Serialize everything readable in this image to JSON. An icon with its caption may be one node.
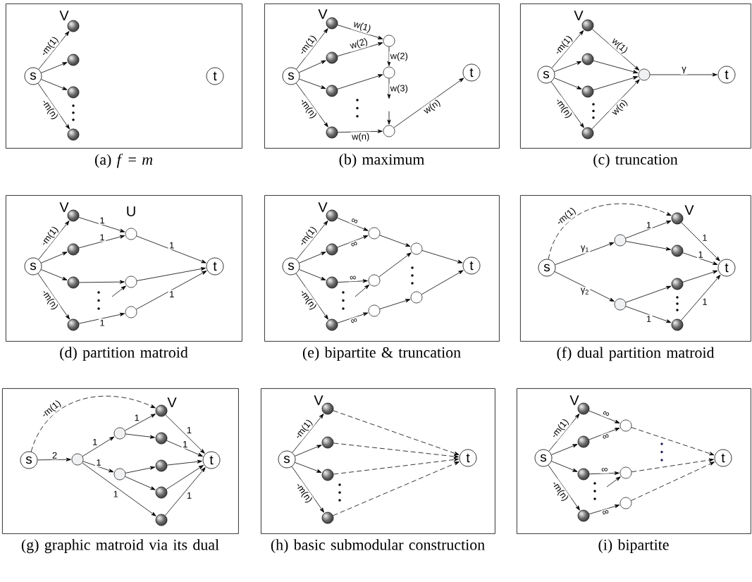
{
  "diagram": {
    "nodes": [
      {
        "text": [],
        "shape": "box",
        "beside": [
          "(a) *f* = *m*"
        ]
      },
      {
        "text": [
          "s"
        ],
        "in": 0
      },
      {
        "text": [],
        "shape": "circle",
        "in": 0,
        "beside": [
          "V"
        ]
      },
      {
        "text": [],
        "shape": "circle",
        "in": 0
      },
      {
        "text": [],
        "shape": "circle",
        "in": 0
      },
      {
        "text": [],
        "shape": "circle",
        "in": 0
      },
      {
        "text": [
          "t"
        ],
        "in": 0
      },
      {
        "text": [],
        "shape": "box",
        "beside": [
          "(b) maximum"
        ]
      },
      {
        "text": [
          "s"
        ],
        "in": 7
      },
      {
        "text": [],
        "shape": "circle",
        "in": 7,
        "beside": [
          "V"
        ]
      },
      {
        "text": [],
        "shape": "circle",
        "in": 7
      },
      {
        "text": [],
        "shape": "circle",
        "in": 7
      },
      {
        "text": [],
        "shape": "circle",
        "in": 7
      },
      {
        "text": [],
        "shape": "circle",
        "in": 7
      },
      {
        "text": [],
        "shape": "circle",
        "in": 7
      },
      {
        "text": [],
        "shape": "circle",
        "in": 7
      },
      {
        "text": [
          "t"
        ],
        "in": 7
      },
      {
        "text": [],
        "shape": "box",
        "beside": [
          "(c) truncation"
        ]
      },
      {
        "text": [
          "s"
        ],
        "in": 17
      },
      {
        "text": [],
        "shape": "circle",
        "in": 17,
        "beside": [
          "V"
        ]
      },
      {
        "text": [],
        "shape": "circle",
        "in": 17
      },
      {
        "text": [],
        "shape": "circle",
        "in": 17
      },
      {
        "text": [],
        "shape": "circle",
        "in": 17
      },
      {
        "text": [],
        "shape": "circle",
        "in": 17
      },
      {
        "text": [
          "t"
        ],
        "in": 17
      },
      {
        "text": [],
        "shape": "box",
        "beside": [
          "(d) partition matroid"
        ]
      },
      {
        "text": [
          "s"
        ],
        "in": 25
      },
      {
        "text": [],
        "shape": "circle",
        "in": 25,
        "beside": [
          "V"
        ]
      },
      {
        "text": [],
        "shape": "circle",
        "in": 25
      },
      {
        "text": [],
        "shape": "circle",
        "in": 25
      },
      {
        "text": [],
        "shape": "circle",
        "in": 25
      },
      {
        "text": [],
        "shape": "circle",
        "in": 25,
        "beside": [
          "U"
        ]
      },
      {
        "text": [],
        "shape": "circle",
        "in": 25
      },
      {
        "text": [],
        "shape": "circle",
        "in": 25
      },
      {
        "text": [
          "t"
        ],
        "in": 25
      },
      {
        "text": [],
        "shape": "box",
        "beside": [
          "(e) bipartite & truncation"
        ]
      },
      {
        "text": [
          "s"
        ],
        "in": 35
      },
      {
        "text": [],
        "shape": "circle",
        "in": 35,
        "beside": [
          "V"
        ]
      },
      {
        "text": [],
        "shape": "circle",
        "in": 35
      },
      {
        "text": [],
        "shape": "circle",
        "in": 35
      },
      {
        "text": [],
        "shape": "circle",
        "in": 35
      },
      {
        "text": [],
        "shape": "circle",
        "in": 35
      },
      {
        "text": [],
        "shape": "circle",
        "in": 35
      },
      {
        "text": [],
        "shape": "circle",
        "in": 35
      },
      {
        "text": [],
        "shape": "circle",
        "in": 35
      },
      {
        "text": [],
        "shape": "circle",
        "in": 35
      },
      {
        "text": [
          "t"
        ],
        "in": 35
      },
      {
        "text": [],
        "shape": "box",
        "beside": [
          "(f) dual partition matroid"
        ]
      },
      {
        "text": [
          "s"
        ],
        "in": 47
      },
      {
        "text": [],
        "shape": "circle",
        "in": 47
      },
      {
        "text": [],
        "shape": "circle",
        "in": 47
      },
      {
        "text": [],
        "shape": "circle",
        "in": 47,
        "beside": [
          "V"
        ]
      },
      {
        "text": [],
        "shape": "circle",
        "in": 47
      },
      {
        "text": [],
        "shape": "circle",
        "in": 47
      },
      {
        "text": [],
        "shape": "circle",
        "in": 47
      },
      {
        "text": [
          "t"
        ],
        "in": 47
      },
      {
        "text": [],
        "shape": "box",
        "beside": [
          "(g) graphic matroid via its dual"
        ]
      },
      {
        "text": [
          "s"
        ],
        "in": 56
      },
      {
        "text": [],
        "shape": "circle",
        "in": 56
      },
      {
        "text": [],
        "shape": "circle",
        "in": 56
      },
      {
        "text": [],
        "shape": "circle",
        "in": 56
      },
      {
        "text": [],
        "shape": "circle",
        "in": 56,
        "beside": [
          "V"
        ]
      },
      {
        "text": [],
        "shape": "circle",
        "in": 56
      },
      {
        "text": [],
        "shape": "circle",
        "in": 56
      },
      {
        "text": [],
        "shape": "circle",
        "in": 56
      },
      {
        "text": [],
        "shape": "circle",
        "in": 56
      },
      {
        "text": [
          "t"
        ],
        "in": 56
      },
      {
        "text": [],
        "shape": "box",
        "beside": [
          "(h) basic submodular construction"
        ]
      },
      {
        "text": [
          "s"
        ],
        "in": 67
      },
      {
        "text": [],
        "shape": "circle",
        "in": 67,
        "beside": [
          "V"
        ]
      },
      {
        "text": [],
        "shape": "circle",
        "in": 67
      },
      {
        "text": [],
        "shape": "circle",
        "in": 67
      },
      {
        "text": [],
        "shape": "circle",
        "in": 67
      },
      {
        "text": [
          "t"
        ],
        "in": 67
      },
      {
        "text": [],
        "shape": "box",
        "beside": [
          "(i) bipartite"
        ]
      },
      {
        "text": [
          "s"
        ],
        "in": 74
      },
      {
        "text": [],
        "shape": "circle",
        "in": 74,
        "beside": [
          "V"
        ]
      },
      {
        "text": [],
        "shape": "circle",
        "in": 74
      },
      {
        "text": [],
        "shape": "circle",
        "in": 74
      },
      {
        "text": [],
        "shape": "circle",
        "in": 74
      },
      {
        "text": [],
        "shape": "circle",
        "in": 74
      },
      {
        "text": [],
        "shape": "circle",
        "in": 74
      },
      {
        "text": [],
        "shape": "circle",
        "in": 74
      },
      {
        "text": [
          "t"
        ],
        "in": 74
      }
    ],
    "edges": [
      {
        "from": 1,
        "to": 2,
        "arrow": "to",
        "label": "-m(1)"
      },
      {
        "from": 1,
        "to": 3,
        "arrow": "to"
      },
      {
        "from": 1,
        "to": 4,
        "arrow": "to"
      },
      {
        "from": 1,
        "to": 5,
        "arrow": "to",
        "label": "-m(n)"
      },
      {
        "from": 8,
        "to": 9,
        "arrow": "to",
        "label": "-m(1)"
      },
      {
        "from": 8,
        "to": 10,
        "arrow": "to"
      },
      {
        "from": 8,
        "to": 11,
        "arrow": "to"
      },
      {
        "from": 8,
        "to": 12,
        "arrow": "to",
        "label": "-m(n)"
      },
      {
        "from": 9,
        "to": 13,
        "arrow": "to",
        "label": "w(1)"
      },
      {
        "from": 10,
        "to": 13,
        "arrow": "to",
        "label": "w(2)"
      },
      {
        "from": 11,
        "to": 14,
        "arrow": "to"
      },
      {
        "from": 12,
        "to": 15,
        "arrow": "to",
        "label": "w(n)"
      },
      {
        "from": 13,
        "to": 14,
        "arrow": "to",
        "label": "w(2)"
      },
      {
        "from": 14,
        "to": null,
        "arrow": "to",
        "label": "w(3)"
      },
      {
        "from": null,
        "to": 15,
        "arrow": "to"
      },
      {
        "from": 15,
        "to": 16,
        "arrow": "to",
        "label": "w(n)"
      },
      {
        "from": 18,
        "to": 19,
        "arrow": "to",
        "label": "-m(1)"
      },
      {
        "from": 18,
        "to": 20,
        "arrow": "to"
      },
      {
        "from": 18,
        "to": 21,
        "arrow": "to"
      },
      {
        "from": 18,
        "to": 22,
        "arrow": "to",
        "label": "-m(n)"
      },
      {
        "from": 19,
        "to": 23,
        "arrow": "to",
        "label": "w(1)"
      },
      {
        "from": 20,
        "to": 23,
        "arrow": "to"
      },
      {
        "from": 21,
        "to": 23,
        "arrow": "to"
      },
      {
        "from": 22,
        "to": 23,
        "arrow": "to",
        "label": "w(n)"
      },
      {
        "from": 23,
        "to": 24,
        "arrow": "to",
        "label": "γ"
      },
      {
        "from": 26,
        "to": 27,
        "arrow": "to",
        "label": "-m(1)"
      },
      {
        "from": 26,
        "to": 28,
        "arrow": "to"
      },
      {
        "from": 26,
        "to": 29,
        "arrow": "to"
      },
      {
        "from": 26,
        "to": 30,
        "arrow": "to",
        "label": "-m(n)"
      },
      {
        "from": 27,
        "to": 31,
        "arrow": "to",
        "label": "1"
      },
      {
        "from": 28,
        "to": 31,
        "arrow": "to",
        "label": "1"
      },
      {
        "from": 29,
        "to": 32,
        "arrow": "to"
      },
      {
        "from": 30,
        "to": 33,
        "arrow": "to",
        "label": "1"
      },
      {
        "from": null,
        "to": 32,
        "arrow": "to"
      },
      {
        "from": 31,
        "to": 34,
        "arrow": "to",
        "label": "1"
      },
      {
        "from": 32,
        "to": 34,
        "arrow": "to"
      },
      {
        "from": 33,
        "to": 34,
        "arrow": "to",
        "label": "1"
      },
      {
        "from": 36,
        "to": 37,
        "arrow": "to",
        "label": "-m(1)"
      },
      {
        "from": 36,
        "to": 38,
        "arrow": "to"
      },
      {
        "from": 36,
        "to": 39,
        "arrow": "to"
      },
      {
        "from": 36,
        "to": 40,
        "arrow": "to",
        "label": "-m(n)"
      },
      {
        "from": 37,
        "to": 41,
        "arrow": "to",
        "label": "∞"
      },
      {
        "from": 38,
        "to": 41,
        "arrow": "to",
        "label": "∞"
      },
      {
        "from": 39,
        "to": 42,
        "arrow": "to",
        "label": "∞"
      },
      {
        "from": 40,
        "to": 43,
        "arrow": "to",
        "label": "∞"
      },
      {
        "from": null,
        "to": 42,
        "arrow": "to"
      },
      {
        "from": 41,
        "to": 44,
        "arrow": "to"
      },
      {
        "from": 42,
        "to": 44,
        "arrow": "to"
      },
      {
        "from": 43,
        "to": 45,
        "arrow": "to"
      },
      {
        "from": 44,
        "to": 46,
        "arrow": "to"
      },
      {
        "from": 45,
        "to": 46,
        "arrow": "to"
      },
      {
        "from": 48,
        "to": 49,
        "arrow": "to",
        "label": "γ$_{1}$"
      },
      {
        "from": 48,
        "to": 50,
        "arrow": "to",
        "label": "γ$_{2}$"
      },
      {
        "from": 48,
        "to": 51,
        "arrow": "to",
        "label": "-m(1)",
        "style": "dashed"
      },
      {
        "from": 49,
        "to": 51,
        "arrow": "to",
        "label": "1"
      },
      {
        "from": 49,
        "to": 52,
        "arrow": "to"
      },
      {
        "from": 50,
        "to": 53,
        "arrow": "to"
      },
      {
        "from": 50,
        "to": 54,
        "arrow": "to",
        "label": "1"
      },
      {
        "from": 51,
        "to": 55,
        "arrow": "to",
        "label": "1"
      },
      {
        "from": 52,
        "to": 55,
        "arrow": "to",
        "label": "1"
      },
      {
        "from": 53,
        "to": 55,
        "arrow": "to"
      },
      {
        "from": 54,
        "to": 55,
        "arrow": "to",
        "label": "1"
      },
      {
        "from": 57,
        "to": 58,
        "arrow": "to",
        "label": "2"
      },
      {
        "from": 57,
        "to": 61,
        "arrow": "to",
        "label": "-m(1)",
        "style": "dashed"
      },
      {
        "from": 58,
        "to": 59,
        "arrow": "to",
        "label": "1"
      },
      {
        "from": 58,
        "to": 60,
        "arrow": "to",
        "label": "1"
      },
      {
        "from": 58,
        "to": 65,
        "arrow": "to",
        "label": "1"
      },
      {
        "from": 59,
        "to": 61,
        "arrow": "to",
        "label": "1"
      },
      {
        "from": 59,
        "to": 62,
        "arrow": "to"
      },
      {
        "from": 60,
        "to": 63,
        "arrow": "to"
      },
      {
        "from": 60,
        "to": 64,
        "arrow": "to"
      },
      {
        "from": 61,
        "to": 66,
        "arrow": "to",
        "label": "1"
      },
      {
        "from": 62,
        "to": 66,
        "arrow": "to",
        "label": "1"
      },
      {
        "from": 63,
        "to": 66,
        "arrow": "to"
      },
      {
        "from": 64,
        "to": 66,
        "arrow": "to"
      },
      {
        "from": 65,
        "to": 66,
        "arrow": "to",
        "label": "1"
      },
      {
        "from": 68,
        "to": 69,
        "arrow": "to",
        "label": "-m(1)"
      },
      {
        "from": 68,
        "to": 70,
        "arrow": "to"
      },
      {
        "from": 68,
        "to": 71,
        "arrow": "to"
      },
      {
        "from": 68,
        "to": 72,
        "arrow": "to",
        "label": "-m(n)"
      },
      {
        "from": 69,
        "to": 73,
        "arrow": "to",
        "style": "dashed"
      },
      {
        "from": 70,
        "to": 73,
        "arrow": "to",
        "style": "dashed"
      },
      {
        "from": 71,
        "to": 73,
        "arrow": "to",
        "style": "dashed"
      },
      {
        "from": 72,
        "to": 73,
        "arrow": "to",
        "style": "dashed"
      },
      {
        "from": 75,
        "to": 76,
        "arrow": "to",
        "label": "-m(1)"
      },
      {
        "from": 75,
        "to": 77,
        "arrow": "to"
      },
      {
        "from": 75,
        "to": 78,
        "arrow": "to"
      },
      {
        "from": 75,
        "to": 79,
        "arrow": "to",
        "label": "-m(n)"
      },
      {
        "from": 76,
        "to": 80,
        "arrow": "to",
        "label": "∞"
      },
      {
        "from": 77,
        "to": 80,
        "arrow": "to",
        "label": "∞"
      },
      {
        "from": 78,
        "to": 81,
        "arrow": "to",
        "label": "∞"
      },
      {
        "from": 79,
        "to": 82,
        "arrow": "to",
        "label": "∞"
      },
      {
        "from": null,
        "to": 81,
        "arrow": "to"
      },
      {
        "from": 80,
        "to": 83,
        "arrow": "to",
        "style": "dashed"
      },
      {
        "from": 81,
        "to": 83,
        "arrow": "to",
        "style": "dashed"
      },
      {
        "from": 82,
        "to": 83,
        "arrow": "to",
        "style": "dashed"
      }
    ]
  }
}
